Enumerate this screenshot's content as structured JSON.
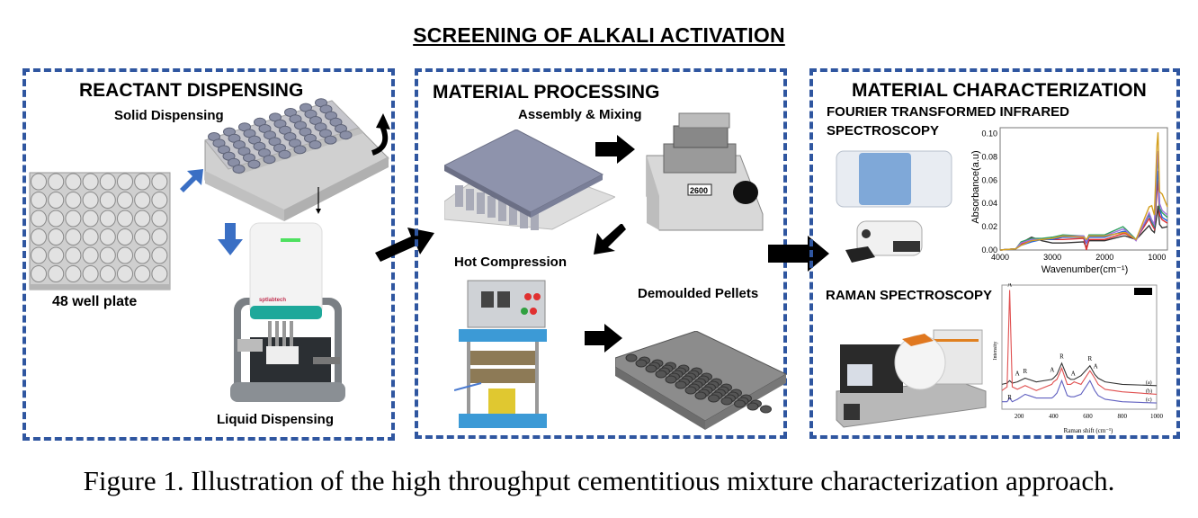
{
  "title": "SCREENING OF ALKALI ACTIVATION",
  "panels": [
    {
      "heading": "REACTANT DISPENSING",
      "labels": {
        "solid": "Solid Dispensing",
        "plate": "48 well plate",
        "liquid": "Liquid Dispensing",
        "brand": "sptlabtech"
      }
    },
    {
      "heading": "MATERIAL PROCESSING",
      "labels": {
        "assembly": "Assembly & Mixing",
        "hot": "Hot Compression",
        "demould": "Demoulded Pellets",
        "mixer_display": "2600"
      }
    },
    {
      "heading": "MATERIAL CHARACTERIZATION",
      "labels": {
        "ftir_line1": "FOURIER TRANSFORMED INFRARED",
        "ftir_line2": "SPECTROSCOPY",
        "raman": "RAMAN SPECTROSCOPY"
      }
    }
  ],
  "caption": "Figure 1. Illustration of the high throughput cementitious mixture characterization approach.",
  "colors": {
    "panel_border": "#2f56a0",
    "flow_arrow_blue": "#3a6fc4",
    "flow_arrow_black": "#000000"
  },
  "chart_data": [
    {
      "type": "line",
      "title": "",
      "xlabel": "Wavenumber(cm⁻¹)",
      "ylabel": "Absorbance(a.u)",
      "xlim": [
        4000,
        800
      ],
      "ylim": [
        0,
        0.105
      ],
      "xticks": [
        "4000",
        "3000",
        "2000",
        "1000"
      ],
      "xtick_values": [
        4000,
        3000,
        2000,
        1000
      ],
      "yticks": [
        "0.00",
        "0.02",
        "0.04",
        "0.06",
        "0.08",
        "0.10"
      ],
      "ytick_values": [
        0,
        0.02,
        0.04,
        0.06,
        0.08,
        0.1
      ],
      "x": [
        4000,
        3700,
        3600,
        3400,
        3200,
        3000,
        2800,
        2400,
        2350,
        2300,
        2000,
        1650,
        1600,
        1400,
        1150,
        1100,
        1050,
        1000,
        980,
        950,
        900,
        800
      ],
      "series": [
        {
          "name": "black",
          "color": "#333333",
          "values": [
            0,
            0.001,
            0.006,
            0.011,
            0.008,
            0.006,
            0.006,
            0.007,
            0.002,
            0.008,
            0.008,
            0.012,
            0.012,
            0.009,
            0.021,
            0.017,
            0.015,
            0.03,
            0.038,
            0.022,
            0.019,
            0.02
          ]
        },
        {
          "name": "red",
          "color": "#e03030",
          "values": [
            0,
            0.001,
            0.005,
            0.008,
            0.009,
            0.009,
            0.009,
            0.01,
            0.0,
            0.009,
            0.009,
            0.014,
            0.014,
            0.009,
            0.027,
            0.022,
            0.018,
            0.05,
            0.06,
            0.03,
            0.026,
            0.023
          ]
        },
        {
          "name": "blue",
          "color": "#2060e0",
          "values": [
            0,
            0.001,
            0.004,
            0.007,
            0.009,
            0.009,
            0.011,
            0.011,
            0.006,
            0.011,
            0.011,
            0.016,
            0.016,
            0.009,
            0.03,
            0.024,
            0.02,
            0.06,
            0.068,
            0.035,
            0.028,
            0.025
          ]
        },
        {
          "name": "green",
          "color": "#30a060",
          "values": [
            0,
            0.001,
            0.007,
            0.01,
            0.01,
            0.011,
            0.013,
            0.012,
            0.008,
            0.013,
            0.013,
            0.02,
            0.018,
            0.009,
            0.031,
            0.025,
            0.02,
            0.07,
            0.08,
            0.036,
            0.032,
            0.028
          ]
        },
        {
          "name": "purple",
          "color": "#a070e0",
          "values": [
            0,
            0.001,
            0.006,
            0.009,
            0.009,
            0.01,
            0.012,
            0.012,
            0.007,
            0.012,
            0.012,
            0.018,
            0.017,
            0.008,
            0.032,
            0.026,
            0.022,
            0.075,
            0.085,
            0.04,
            0.034,
            0.03
          ]
        },
        {
          "name": "orange",
          "color": "#d4a020",
          "values": [
            0,
            0.001,
            0.004,
            0.008,
            0.009,
            0.01,
            0.012,
            0.011,
            0.009,
            0.012,
            0.012,
            0.015,
            0.015,
            0.009,
            0.037,
            0.038,
            0.03,
            0.09,
            0.101,
            0.05,
            0.048,
            0.037
          ]
        }
      ],
      "legend": "none"
    },
    {
      "type": "line",
      "title": "",
      "xlabel": "Raman shift (cm⁻¹)",
      "ylabel": "Intensity",
      "xlim": [
        100,
        1000
      ],
      "xticks": [
        "200",
        "400",
        "600",
        "800",
        "1000"
      ],
      "xtick_values": [
        200,
        400,
        600,
        800,
        1000
      ],
      "ylim": [
        0,
        1
      ],
      "x": [
        100,
        130,
        145,
        160,
        190,
        235,
        300,
        390,
        400,
        420,
        448,
        480,
        500,
        520,
        560,
        612,
        640,
        660,
        700,
        800,
        1000
      ],
      "series": [
        {
          "name": "(a)",
          "color": "#333333",
          "values": [
            0.2,
            0.21,
            0.23,
            0.21,
            0.22,
            0.25,
            0.22,
            0.24,
            0.25,
            0.28,
            0.37,
            0.26,
            0.24,
            0.24,
            0.27,
            0.35,
            0.28,
            0.25,
            0.22,
            0.2,
            0.19
          ]
        },
        {
          "name": "(b)",
          "color": "#e05050",
          "values": [
            0.15,
            0.18,
            0.96,
            0.18,
            0.16,
            0.19,
            0.15,
            0.2,
            0.22,
            0.24,
            0.33,
            0.2,
            0.2,
            0.22,
            0.2,
            0.31,
            0.25,
            0.2,
            0.16,
            0.14,
            0.12
          ]
        },
        {
          "name": "(c)",
          "color": "#6060c0",
          "values": [
            0.06,
            0.06,
            0.09,
            0.06,
            0.08,
            0.12,
            0.09,
            0.09,
            0.1,
            0.13,
            0.23,
            0.11,
            0.1,
            0.1,
            0.12,
            0.23,
            0.15,
            0.11,
            0.08,
            0.06,
            0.05
          ]
        }
      ],
      "annotations": [
        {
          "text": "A",
          "x": 145
        },
        {
          "text": "A",
          "x": 190
        },
        {
          "text": "R",
          "x": 235
        },
        {
          "text": "A",
          "x": 392
        },
        {
          "text": "R",
          "x": 448
        },
        {
          "text": "A",
          "x": 515
        },
        {
          "text": "R",
          "x": 612
        },
        {
          "text": "A",
          "x": 645
        },
        {
          "text": "R",
          "x": 145
        }
      ],
      "series_labels": [
        "(a)",
        "(b)",
        "(c)"
      ],
      "legend": "right"
    }
  ]
}
